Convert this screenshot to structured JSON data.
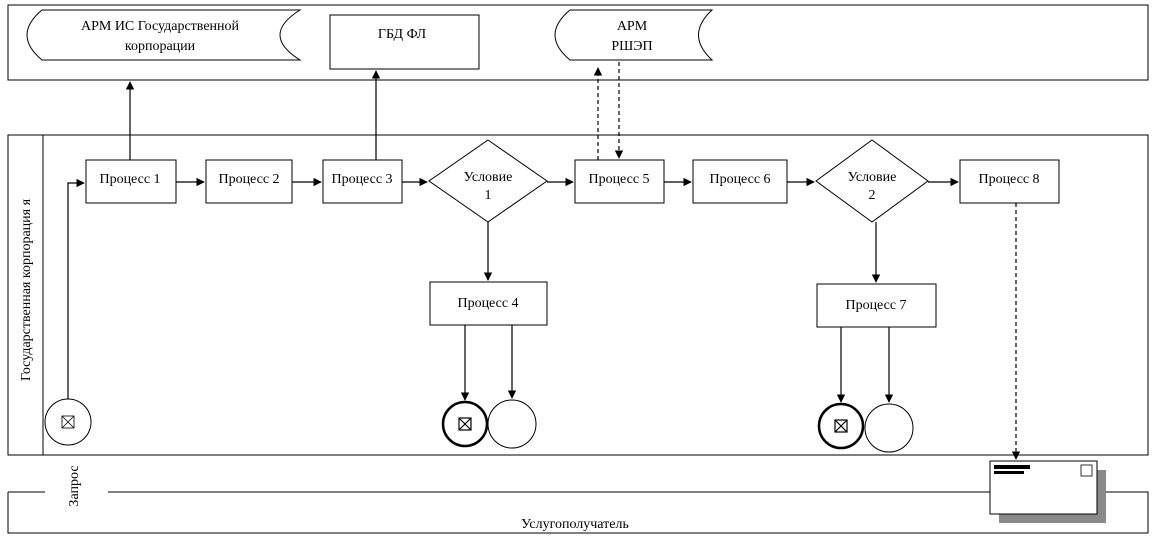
{
  "systems": {
    "arm_is": [
      "АРМ ИС Государственной",
      "корпорации"
    ],
    "gbd_fl": "ГБД ФЛ",
    "arm_rshep": [
      "АРМ",
      "РШЭП"
    ]
  },
  "lanes": {
    "corporation": "Государственная корпорация я",
    "recipient": "Услугополучатель"
  },
  "start": {
    "label": "Запрос",
    "icon": "boxed-x"
  },
  "processes": {
    "p1": "Процесс 1",
    "p2": "Процесс 2",
    "p3": "Процесс 3",
    "p4": "Процесс 4",
    "p5": "Процесс 5",
    "p6": "Процесс 6",
    "p7": "Процесс 7",
    "p8": "Процесс 8"
  },
  "conditions": {
    "c1": [
      "Условие",
      "1"
    ],
    "c2": [
      "Условие",
      "2"
    ]
  },
  "end_events": {
    "icon": "boxed-x"
  }
}
